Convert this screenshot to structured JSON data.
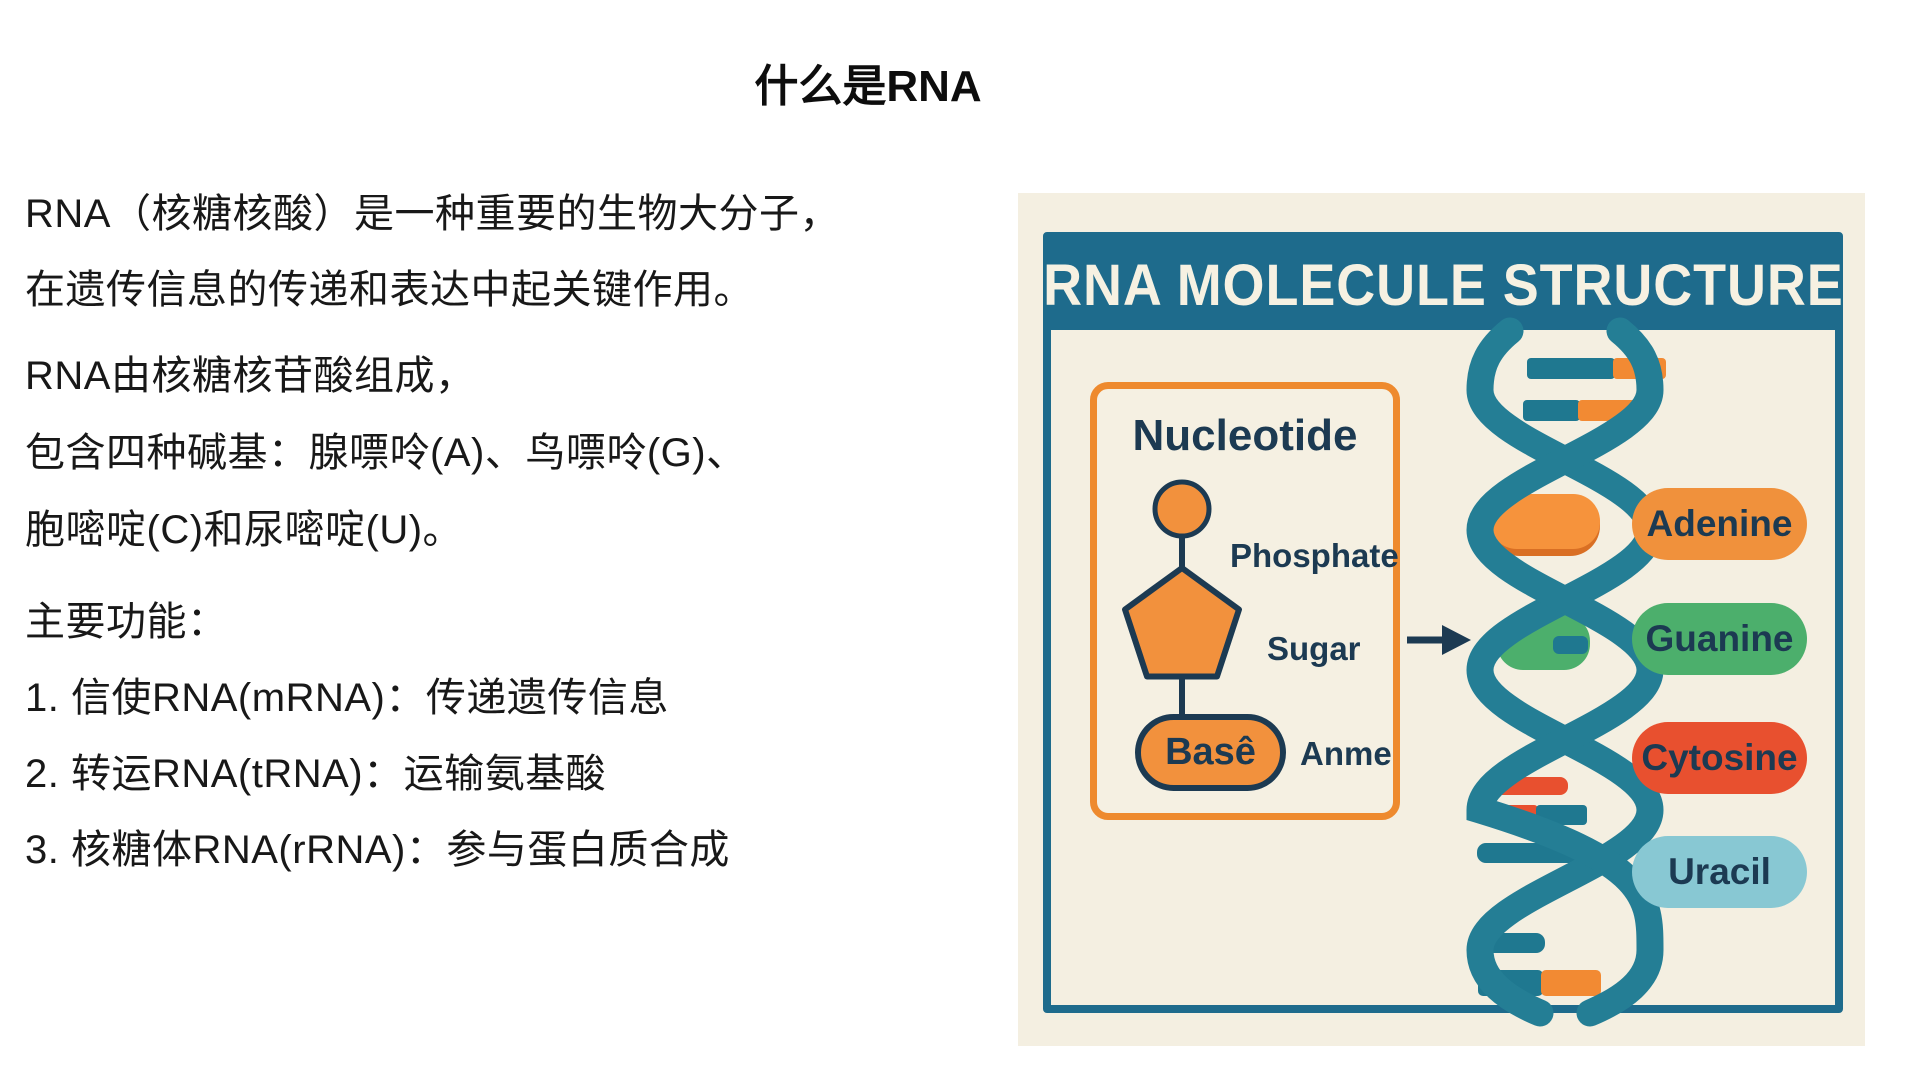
{
  "page": {
    "title": "什么是RNA"
  },
  "article": {
    "paragraphs": [
      {
        "lines": [
          "RNA（核糖核酸）是一种重要的生物大分子，",
          "在遗传信息的传递和表达中起关键作用。"
        ]
      },
      {
        "lines": [
          "RNA由核糖核苷酸组成，",
          "包含四种碱基：腺嘌呤(A)、鸟嘌呤(G)、",
          "胞嘧啶(C)和尿嘧啶(U)。"
        ]
      },
      {
        "lines": [
          "主要功能：",
          "1. 信使RNA(mRNA)：传递遗传信息",
          "2. 转运RNA(tRNA)：运输氨基酸",
          "3. 核糖体RNA(rRNA)：参与蛋白质合成"
        ]
      }
    ]
  },
  "figure": {
    "banner_title": "RNA MOLECULE STRUCTURE",
    "nucleotide": {
      "title": "Nucleotide",
      "labels": {
        "phosphate": "Phosphate",
        "sugar": "Sugar",
        "base": "Basê",
        "amine": "Anme"
      }
    },
    "bases": [
      {
        "label": "Adenine",
        "color": "#F0913C"
      },
      {
        "label": "Guanine",
        "color": "#4CAF6C"
      },
      {
        "label": "Cytosine",
        "color": "#E8502F"
      },
      {
        "label": "Uracil",
        "color": "#88C8D3"
      }
    ],
    "colors": {
      "panel_bg": "#F4EFE1",
      "frame_teal": "#1E6B8C",
      "helix_teal": "#247E95",
      "shape_orange": "#F2913D",
      "outline_navy": "#1C3A52",
      "box_border_orange": "#EE8A2E"
    }
  }
}
